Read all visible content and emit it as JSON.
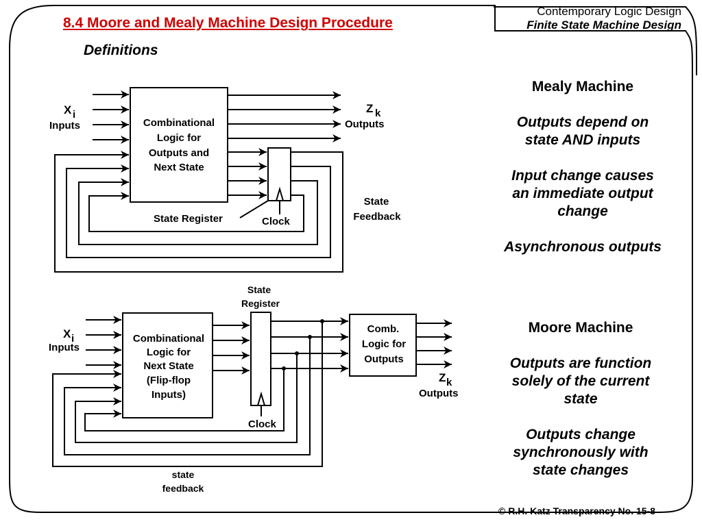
{
  "header": {
    "title": "8.4  Moore and Mealy Machine Design Procedure",
    "course_title": "Contemporary Logic Design",
    "course_subtitle": "Finite State Machine Design"
  },
  "subtitle": "Definitions",
  "mealy": {
    "heading": "Mealy Machine",
    "point1_line1": "Outputs depend on",
    "point1_line2": "state AND inputs",
    "point2_line1": "Input change causes",
    "point2_line2": "an immediate output",
    "point2_line3": "change",
    "point3": "Asynchronous outputs",
    "diagram": {
      "input_var": "X",
      "input_sub": "i",
      "inputs_label": "Inputs",
      "output_var": "Z",
      "output_sub": "k",
      "outputs_label": "Outputs",
      "logic_line1": "Combinational",
      "logic_line2": "Logic for",
      "logic_line3": "Outputs and",
      "logic_line4": "Next State",
      "state_register_label": "State Register",
      "clock_label": "Clock",
      "feedback_line1": "State",
      "feedback_line2": "Feedback"
    }
  },
  "moore": {
    "heading": "Moore Machine",
    "point1_line1": "Outputs are function",
    "point1_line2": "solely of the current",
    "point1_line3": "state",
    "point2_line1": "Outputs change",
    "point2_line2": "synchronously with",
    "point2_line3": "state changes",
    "diagram": {
      "input_var": "X",
      "input_sub": "i",
      "inputs_label": "Inputs",
      "output_var": "Z",
      "output_sub": "k",
      "outputs_label": "Outputs",
      "logic_line1": "Combinational",
      "logic_line2": "Logic for",
      "logic_line3": "Next State",
      "logic_line4": "(Flip-flop",
      "logic_line5": "Inputs)",
      "register_line1": "State",
      "register_line2": "Register",
      "clock_label": "Clock",
      "out_logic_line1": "Comb.",
      "out_logic_line2": "Logic for",
      "out_logic_line3": "Outputs",
      "feedback_line1": "state",
      "feedback_line2": "feedback"
    }
  },
  "footer": "© R.H. Katz   Transparency No. 15-8"
}
